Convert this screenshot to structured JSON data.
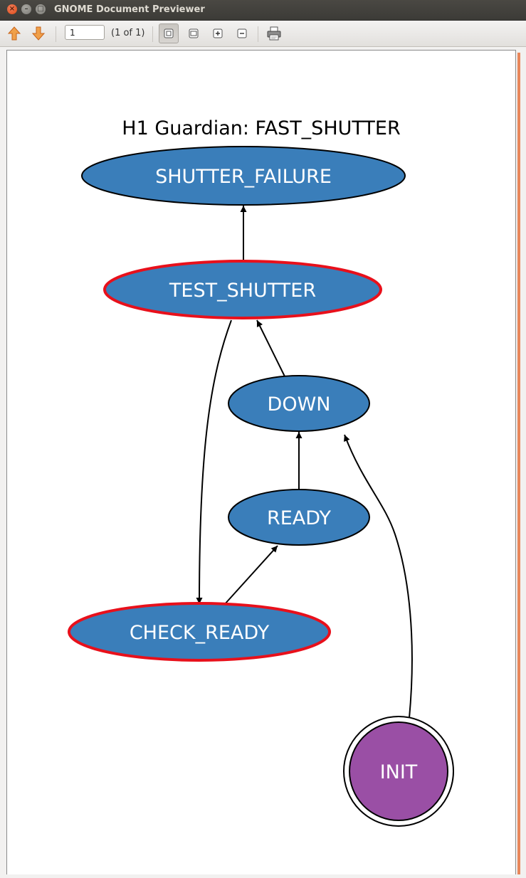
{
  "window": {
    "title": "GNOME Document Previewer"
  },
  "toolbar": {
    "page_value": "1",
    "page_count": "(1 of 1)"
  },
  "graph": {
    "title": "H1 Guardian: FAST_SHUTTER",
    "nodes": {
      "shutter_failure": "SHUTTER_FAILURE",
      "test_shutter": "TEST_SHUTTER",
      "down": "DOWN",
      "ready": "READY",
      "check_ready": "CHECK_READY",
      "init": "INIT"
    },
    "colors": {
      "node_fill": "#3a7eba",
      "init_fill": "#9a4fa5",
      "highlight_border": "#e8101b"
    }
  }
}
